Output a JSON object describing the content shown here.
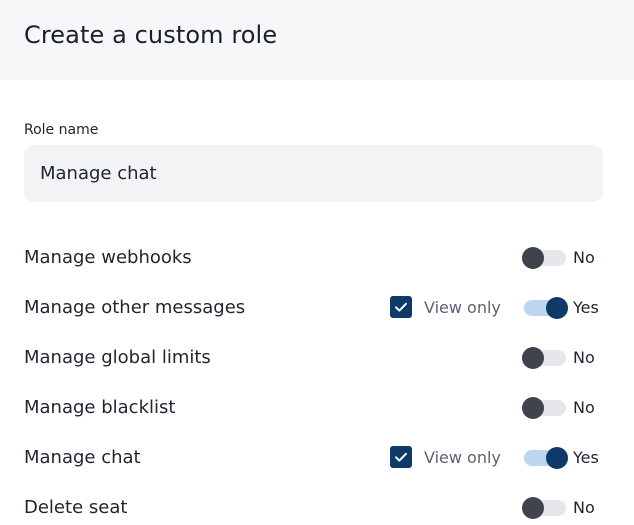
{
  "header": {
    "title": "Create a custom role"
  },
  "role_name": {
    "label": "Role name",
    "value": "Manage chat"
  },
  "permissions": [
    {
      "label": "Manage webhooks",
      "enabled": false,
      "state_text": "No"
    },
    {
      "label": "Manage other messages",
      "view_only_checked": true,
      "view_only_label": "View only",
      "enabled": true,
      "state_text": "Yes"
    },
    {
      "label": "Manage global limits",
      "enabled": false,
      "state_text": "No"
    },
    {
      "label": "Manage blacklist",
      "enabled": false,
      "state_text": "No"
    },
    {
      "label": "Manage chat",
      "view_only_checked": true,
      "view_only_label": "View only",
      "enabled": true,
      "state_text": "Yes"
    },
    {
      "label": "Delete seat",
      "enabled": false,
      "state_text": "No"
    }
  ],
  "colors": {
    "accent": "#0d3a66",
    "toggle_on_track": "#bcd6f2",
    "toggle_off_knob": "#3f434c",
    "header_bg": "#f6f7f9",
    "input_bg": "#f2f3f5"
  }
}
